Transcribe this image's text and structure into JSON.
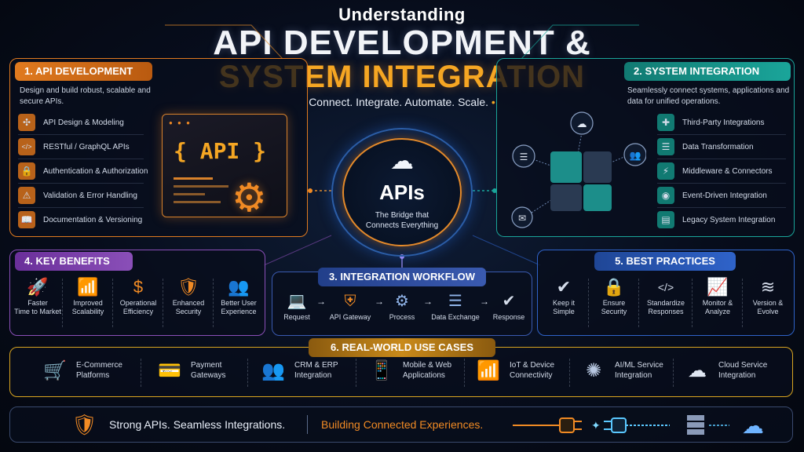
{
  "title": {
    "small": "Understanding",
    "line1": "API DEVELOPMENT &",
    "line2": "SYSTEM INTEGRATION",
    "tagline": "Connect. Integrate. Automate. Scale."
  },
  "colors": {
    "orange": "#f08a24",
    "teal": "#1aa59a",
    "purple": "#8a4fb8",
    "blue": "#2f63c9",
    "gold": "#d9a520"
  },
  "api_dev": {
    "header": "1. API DEVELOPMENT",
    "desc": "Design and build robust, scalable and secure APIs.",
    "items": [
      {
        "label": "API Design & Modeling",
        "icon": "network-icon"
      },
      {
        "label": "RESTful / GraphQL APIs",
        "icon": "code-icon"
      },
      {
        "label": "Authentication & Authorization",
        "icon": "lock-icon"
      },
      {
        "label": "Validation & Error Handling",
        "icon": "warning-icon"
      },
      {
        "label": "Documentation & Versioning",
        "icon": "book-icon"
      }
    ],
    "window_label": "{ API }"
  },
  "sys_int": {
    "header": "2. SYSTEM INTEGRATION",
    "desc": "Seamlessly connect systems, applications and data for unified operations.",
    "items": [
      {
        "label": "Third-Party Integrations",
        "icon": "puzzle-icon"
      },
      {
        "label": "Data Transformation",
        "icon": "database-icon"
      },
      {
        "label": "Middleware & Connectors",
        "icon": "plug-icon"
      },
      {
        "label": "Event-Driven Integration",
        "icon": "broadcast-icon"
      },
      {
        "label": "Legacy System Integration",
        "icon": "server-icon"
      }
    ]
  },
  "center": {
    "title": "APIs",
    "subtitle_1": "The Bridge that",
    "subtitle_2": "Connects Everything"
  },
  "benefits": {
    "header": "4. KEY BENEFITS",
    "items": [
      {
        "l1": "Faster",
        "l2": "Time to Market",
        "icon": "rocket-icon"
      },
      {
        "l1": "Improved",
        "l2": "Scalability",
        "icon": "bar-chart-icon"
      },
      {
        "l1": "Operational",
        "l2": "Efficiency",
        "icon": "dollar-gear-icon"
      },
      {
        "l1": "Enhanced",
        "l2": "Security",
        "icon": "shield-check-icon"
      },
      {
        "l1": "Better User",
        "l2": "Experience",
        "icon": "users-icon"
      }
    ]
  },
  "workflow": {
    "header": "3. INTEGRATION WORKFLOW",
    "items": [
      {
        "label": "Request",
        "icon": "laptop-icon"
      },
      {
        "label": "API Gateway",
        "icon": "shield-icon"
      },
      {
        "label": "Process",
        "icon": "gears-icon"
      },
      {
        "label": "Data Exchange",
        "icon": "database-icon"
      },
      {
        "label": "Response",
        "icon": "check-circle-icon"
      }
    ]
  },
  "practices": {
    "header": "5. BEST PRACTICES",
    "items": [
      {
        "l1": "Keep it",
        "l2": "Simple",
        "icon": "check-circle-icon"
      },
      {
        "l1": "Ensure",
        "l2": "Security",
        "icon": "lock-shield-icon"
      },
      {
        "l1": "Standardize",
        "l2": "Responses",
        "icon": "code-window-icon"
      },
      {
        "l1": "Monitor &",
        "l2": "Analyze",
        "icon": "monitor-chart-icon"
      },
      {
        "l1": "Version &",
        "l2": "Evolve",
        "icon": "layers-icon"
      }
    ]
  },
  "usecases": {
    "header": "6. REAL-WORLD USE CASES",
    "items": [
      {
        "l1": "E-Commerce",
        "l2": "Platforms",
        "icon": "cart-icon"
      },
      {
        "l1": "Payment",
        "l2": "Gateways",
        "icon": "credit-card-icon"
      },
      {
        "l1": "CRM & ERP",
        "l2": "Integration",
        "icon": "team-icon"
      },
      {
        "l1": "Mobile & Web",
        "l2": "Applications",
        "icon": "mobile-globe-icon"
      },
      {
        "l1": "IoT & Device",
        "l2": "Connectivity",
        "icon": "wifi-icon"
      },
      {
        "l1": "AI/ML Service",
        "l2": "Integration",
        "icon": "brain-icon"
      },
      {
        "l1": "Cloud Service",
        "l2": "Integration",
        "icon": "cloud-sync-icon"
      }
    ]
  },
  "footer": {
    "left": "Strong APIs. Seamless Integrations.",
    "right": "Building Connected Experiences."
  }
}
